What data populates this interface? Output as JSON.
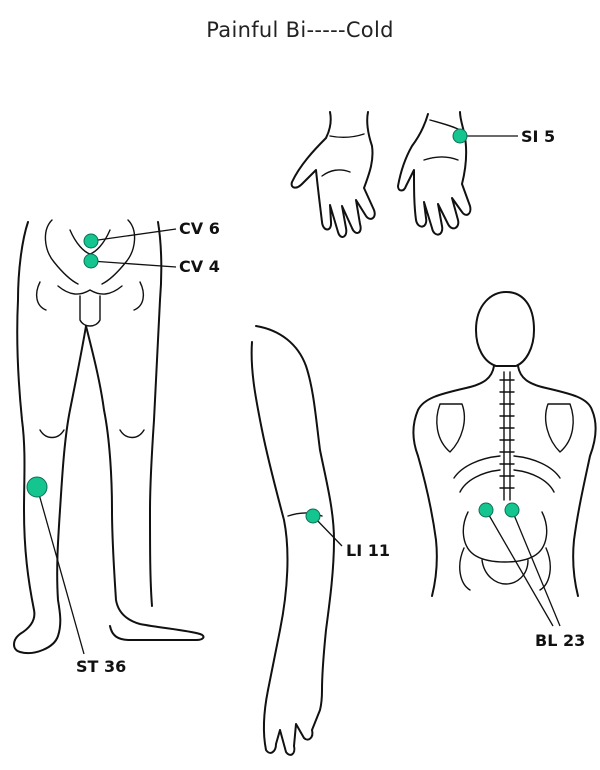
{
  "title": "Painful Bi-----Cold",
  "points": [
    {
      "name": "CV 6",
      "color": "#14c58f"
    },
    {
      "name": "CV 4",
      "color": "#14c58f"
    },
    {
      "name": "SI 5",
      "color": "#14c58f"
    },
    {
      "name": "ST 36",
      "color": "#14c58f"
    },
    {
      "name": "LI 11",
      "color": "#14c58f"
    },
    {
      "name": "BL 23",
      "color": "#14c58f"
    }
  ]
}
